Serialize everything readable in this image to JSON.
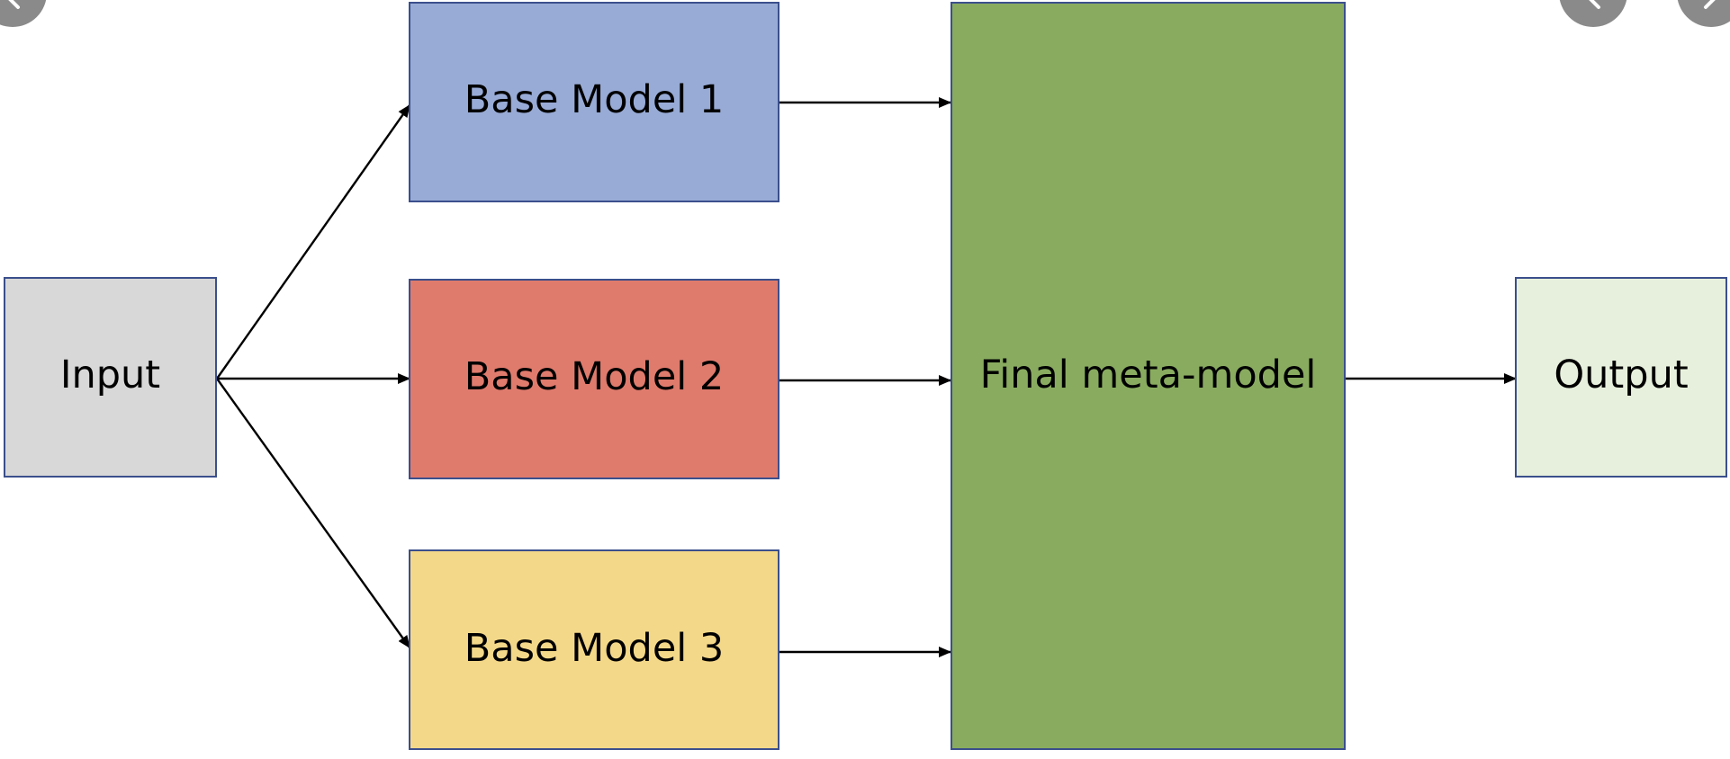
{
  "diagram": {
    "nodes": {
      "input": {
        "label": "Input",
        "color": "#d8d8d8"
      },
      "base1": {
        "label": "Base Model 1",
        "color": "#98abd6"
      },
      "base2": {
        "label": "Base Model 2",
        "color": "#df7b6d"
      },
      "base3": {
        "label": "Base Model 3",
        "color": "#f4d889"
      },
      "meta": {
        "label": "Final meta-model",
        "color": "#89ab60"
      },
      "output": {
        "label": "Output",
        "color": "#e7f0dc"
      }
    },
    "edges": [
      {
        "from": "input",
        "to": "base1"
      },
      {
        "from": "input",
        "to": "base2"
      },
      {
        "from": "input",
        "to": "base3"
      },
      {
        "from": "base1",
        "to": "meta"
      },
      {
        "from": "base2",
        "to": "meta"
      },
      {
        "from": "base3",
        "to": "meta"
      },
      {
        "from": "meta",
        "to": "output"
      }
    ],
    "border_color": "#3b4f8c",
    "edge_color": "#000000"
  },
  "overlay": {
    "icons": [
      "chevron-left-icon",
      "chevron-left-icon",
      "chevron-right-icon"
    ]
  }
}
